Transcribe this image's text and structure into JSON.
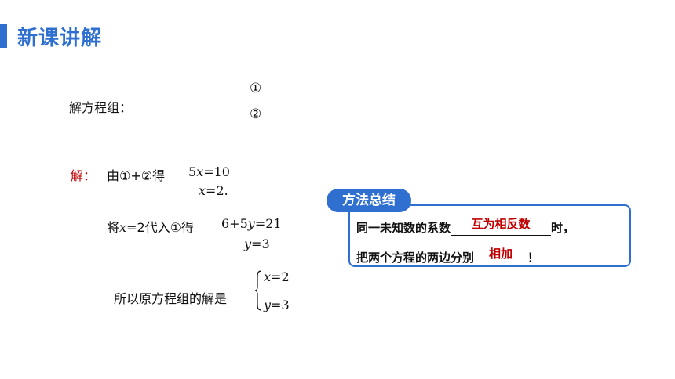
{
  "header": {
    "title": "新课讲解"
  },
  "problem": {
    "label": "解方程组：",
    "eq1_marker": "①",
    "eq2_marker": "②"
  },
  "solution": {
    "jie_label": "解：",
    "step1_text": "由①+②得",
    "step1_lhs_coef": "5",
    "step1_lhs_var": "x",
    "step1_rhs": "=10",
    "step1_result_var": "x",
    "step1_result_rhs": "=2.",
    "step2_prefix": "将",
    "step2_var": "x",
    "step2_mid": "=2代入①得",
    "step2_expr_prefix": "6+5",
    "step2_expr_var": "y",
    "step2_expr_rhs": "=21",
    "step2_result_var": "y",
    "step2_result_rhs": "=3",
    "conclusion_text": "所以原方程组的解是",
    "sol_x_var": "x",
    "sol_x_rhs": "=2",
    "sol_y_var": "y",
    "sol_y_rhs": "=3"
  },
  "method": {
    "tag": "方法总结",
    "line1_prefix": "同一未知数的系数",
    "line1_answer": "互为相反数",
    "line1_suffix": "时，",
    "line2_prefix": "把两个方程的两边分别",
    "line2_answer": "相加",
    "line2_suffix": "！"
  },
  "colors": {
    "accent": "#2f6fd0",
    "answer": "#c00000"
  }
}
